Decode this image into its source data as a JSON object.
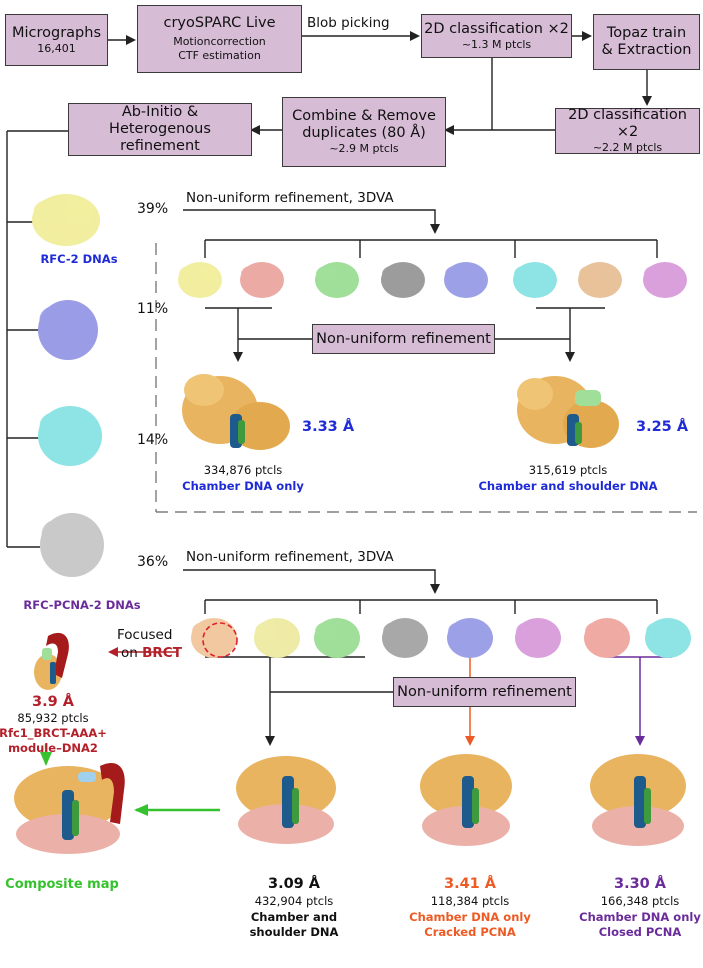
{
  "boxes": {
    "micrographs": {
      "title": "Micrographs",
      "sub": "16,401"
    },
    "cryosparc": {
      "title": "cryoSPARC Live",
      "sub1": "Motioncorrection",
      "sub2": "CTF estimation"
    },
    "class2d_a": {
      "title": "2D classification ×2",
      "sub": "~1.3 M ptcls"
    },
    "topaz": {
      "line1": "Topaz train",
      "line2": "& Extraction"
    },
    "class2d_b": {
      "title": "2D classification ×2",
      "sub": "~2.2 M ptcls"
    },
    "combine": {
      "line1": "Combine & Remove",
      "line2": "duplicates (80 Å)",
      "sub": "~2.9 M ptcls"
    },
    "abinitio": {
      "line1": "Ab-Initio &",
      "line2": "Heterogenous refinement"
    },
    "nur_top": {
      "label": "Non-uniform refinement"
    },
    "nur_bottom": {
      "label": "Non-uniform refinement"
    }
  },
  "labels": {
    "blob_picking": "Blob picking",
    "nur_3dva_top": "Non-uniform refinement, 3DVA",
    "nur_3dva_bottom": "Non-uniform refinement, 3DVA",
    "focused_1": "Focused",
    "focused_2": "on ",
    "focused_brct": "BRCT"
  },
  "classes": [
    {
      "pct": "39%",
      "name": "RFC-2 DNAs",
      "color": "#f2ee9f"
    },
    {
      "pct": "11%",
      "name": "",
      "color": "#9a9ce6"
    },
    {
      "pct": "14%",
      "name": "",
      "color": "#8ee4e4"
    },
    {
      "pct": "36%",
      "name": "RFC-PCNA-2 DNAs",
      "color": "#c9c9c9"
    }
  ],
  "top_results": [
    {
      "res": "3.33 Å",
      "ptcls": "334,876 ptcls",
      "desc": "Chamber DNA only"
    },
    {
      "res": "3.25 Å",
      "ptcls": "315,619 ptcls",
      "desc": "Chamber and shoulder DNA"
    }
  ],
  "brct": {
    "res": "3.9 Å",
    "ptcls": "85,932 ptcls",
    "desc1": "Rfc1_BRCT-AAA+",
    "desc2": "module–DNA2"
  },
  "composite": "Composite map",
  "bottom_results": [
    {
      "res": "3.09 Å",
      "ptcls": "432,904 ptcls",
      "desc1": "Chamber and",
      "desc2": "shoulder DNA"
    },
    {
      "res": "3.41 Å",
      "ptcls": "118,384 ptcls",
      "desc1": "Chamber DNA only",
      "desc2": "Cracked PCNA"
    },
    {
      "res": "3.30 Å",
      "ptcls": "166,348 ptcls",
      "desc1": "Chamber DNA only",
      "desc2": "Closed PCNA"
    }
  ],
  "colors": {
    "box_fill": "#d7bcd6",
    "blue": "#1f2bd6",
    "purple": "#6a2c9a",
    "red": "#b3202a",
    "orange": "#ee5a24",
    "green": "#36c22e",
    "orange_map": "#e9b460",
    "pink_map": "#ebb1a8",
    "dna_blue": "#1d5b8c",
    "dna_green": "#3e9a3c"
  },
  "subclass_maps_top": [
    "#f2ee9f",
    "#ecaaa4",
    "#9fdf9a",
    "#9c9c9c",
    "#9ca0e6",
    "#8ee4e4",
    "#e8c29a",
    "#d9a0dc"
  ],
  "subclass_maps_bottom": [
    "#f1c8a0",
    "#eeeba6",
    "#9fdf9a",
    "#a8a8a8",
    "#9ca0e6",
    "#d9a0dc",
    "#efaaa4",
    "#8ee4e4"
  ]
}
